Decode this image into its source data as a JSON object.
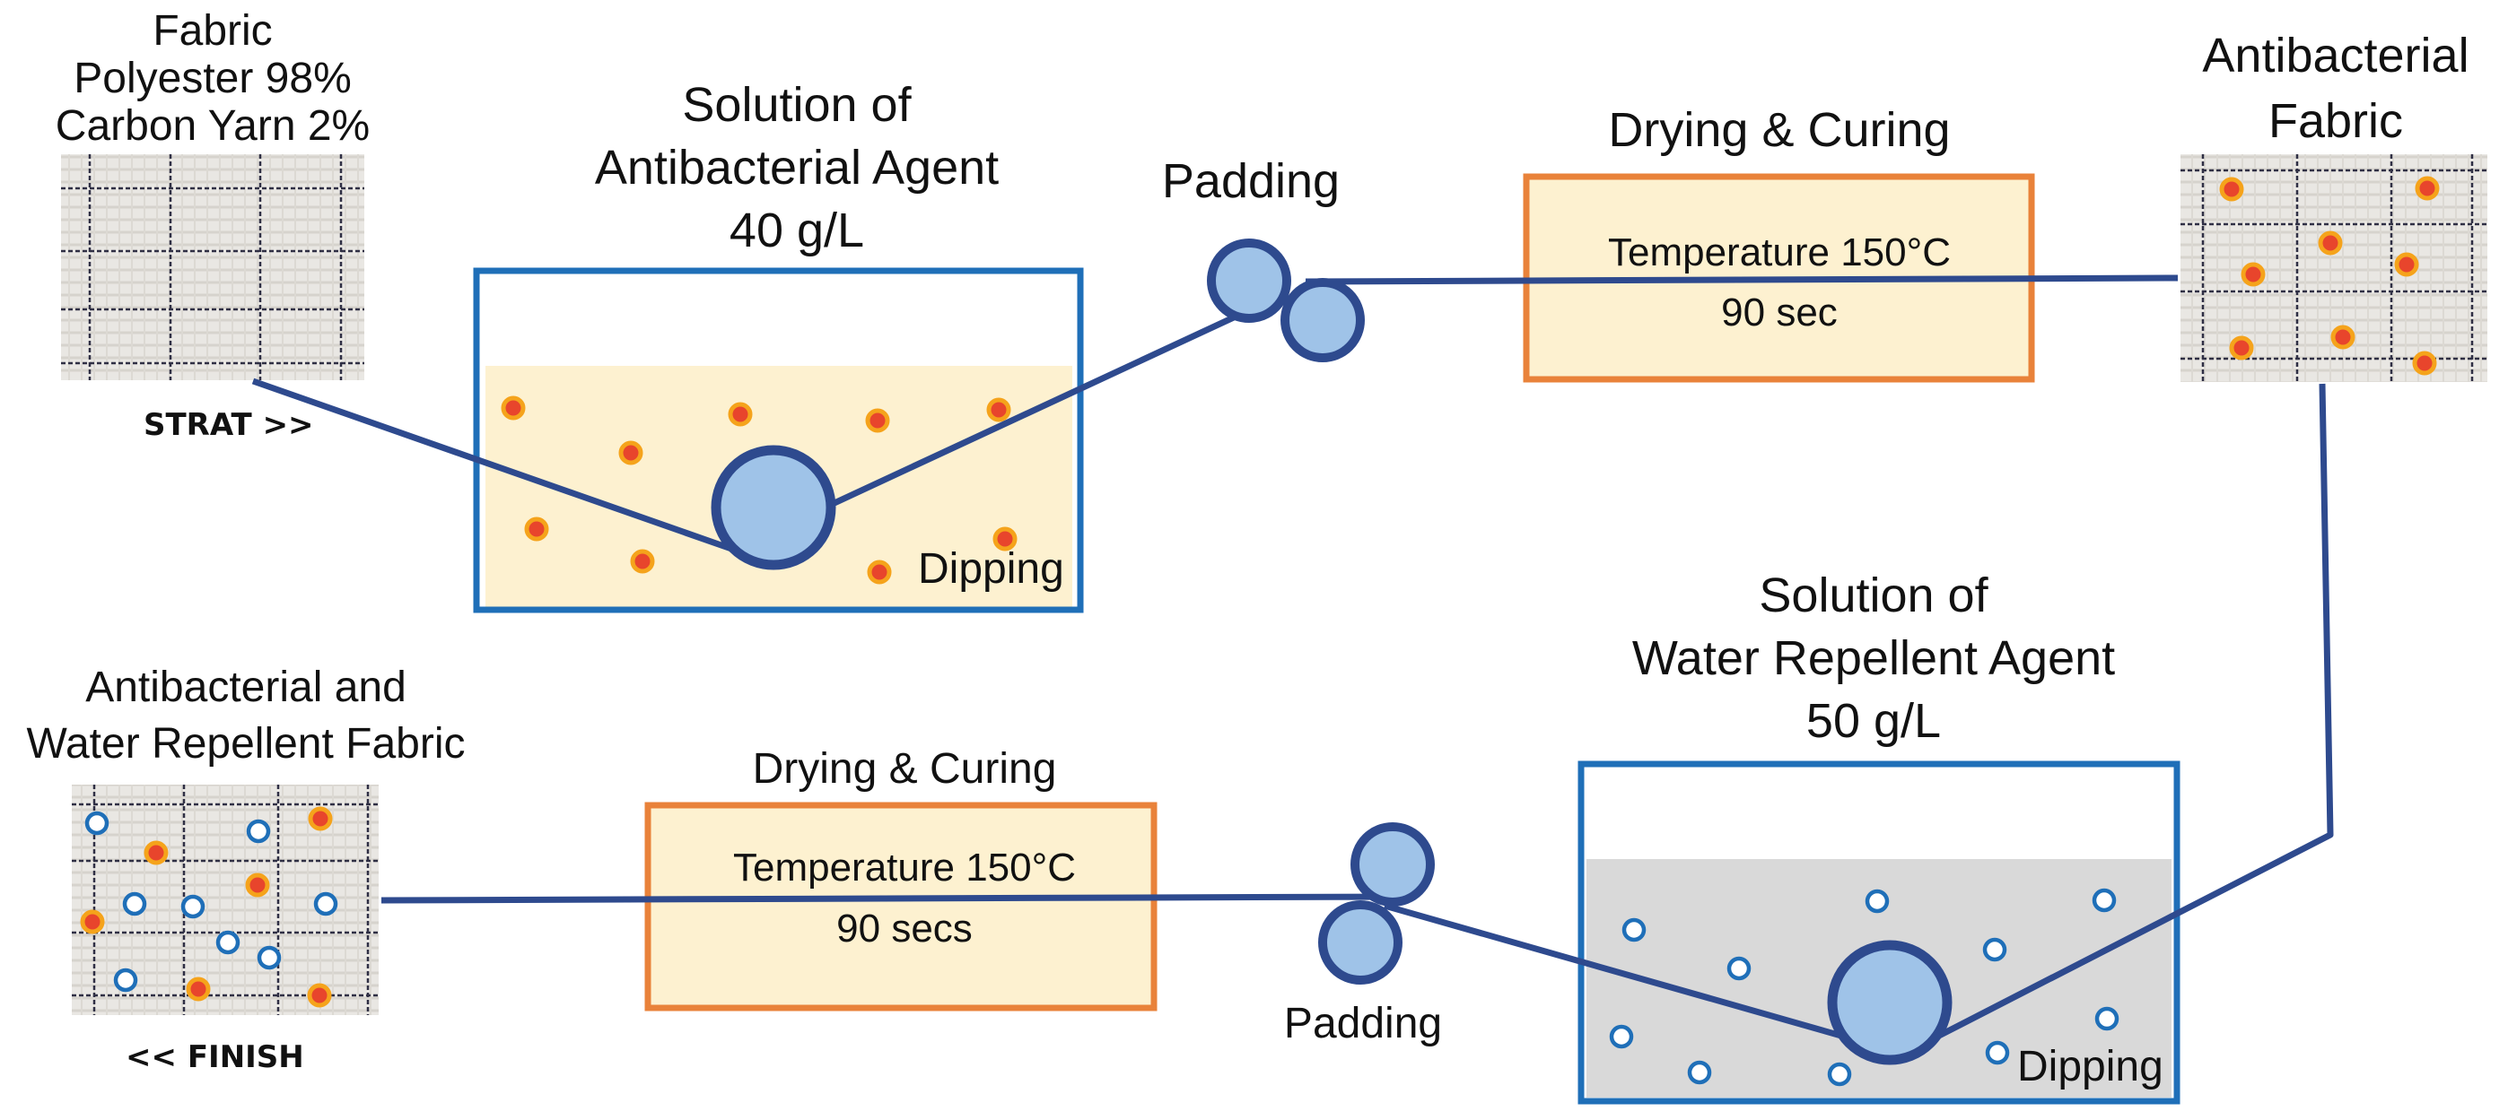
{
  "colors": {
    "line": "#2e4a8e",
    "tank_border": "#1f6fb8",
    "roller_fill": "#9fc3e8",
    "roller_stroke": "#2e4a8e",
    "antibacterial_bath": "#fdf1d0",
    "water_bath": "#d9d9d9",
    "oven_border": "#e9823a",
    "oven_fill": "#fdf1d0",
    "particle_orange": "#f5a31b",
    "particle_red": "#e8452c",
    "particle_blue": "#1f6fb8"
  },
  "start_fabric": {
    "title_lines": [
      "Fabric",
      "Polyester 98%",
      "Carbon Yarn 2%"
    ],
    "caption": "STRAT >>",
    "swatch_icon": "fabric-grid-swatch"
  },
  "antibacterial_tank": {
    "title_lines": [
      "Solution of",
      "Antibacterial Agent",
      "40 g/L"
    ],
    "label": "Dipping"
  },
  "padding_top": {
    "label": "Padding"
  },
  "drying_top": {
    "title": "Drying & Curing",
    "line1": "Temperature 150°C",
    "line2": "90 sec"
  },
  "antibacterial_fabric": {
    "title_lines": [
      "Antibacterial",
      "Fabric"
    ],
    "swatch_icon": "fabric-grid-swatch-orange-dots"
  },
  "water_tank": {
    "title_lines": [
      "Solution of",
      "Water Repellent Agent",
      "50 g/L"
    ],
    "label": "Dipping"
  },
  "padding_bottom": {
    "label": "Padding"
  },
  "drying_bottom": {
    "title": "Drying & Curing",
    "line1": "Temperature 150°C",
    "line2": "90 secs"
  },
  "finish_fabric": {
    "title_lines": [
      "Antibacterial and",
      "Water Repellent Fabric"
    ],
    "caption": "<< FINISH",
    "swatch_icon": "fabric-grid-swatch-mixed-dots"
  }
}
